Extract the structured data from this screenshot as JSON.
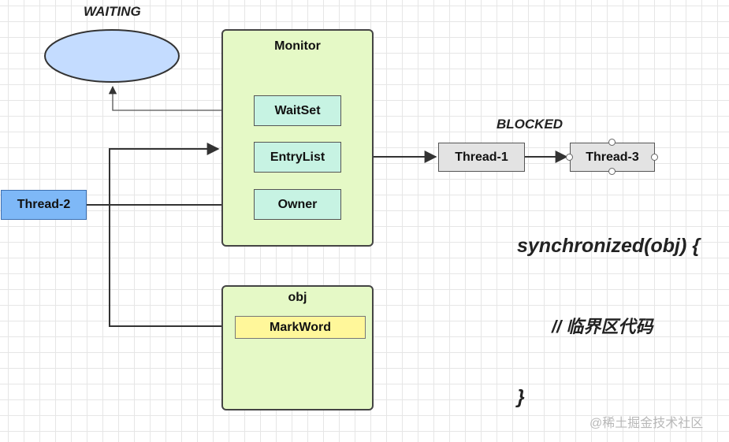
{
  "labels": {
    "waiting": "WAITING",
    "blocked": "BLOCKED"
  },
  "monitor": {
    "title": "Monitor",
    "wait_set": "WaitSet",
    "entry_list": "EntryList",
    "owner": "Owner"
  },
  "obj": {
    "title": "obj",
    "mark_word": "MarkWord"
  },
  "threads": {
    "thread_1": "Thread-1",
    "thread_2": "Thread-2",
    "thread_3": "Thread-3"
  },
  "code": {
    "line1": "synchronized(obj) {",
    "line2": "// 临界区代码",
    "line3": "}"
  },
  "watermark": "@稀土掘金技术社区",
  "colors": {
    "container_fill": "#e5f9c6",
    "inner_box_fill": "#c7f3e3",
    "thread_blocked_fill": "#e3e3e3",
    "owner_thread_fill": "#7eb8f7",
    "waiting_ellipse_fill": "#c4dcff",
    "markword_fill": "#fff79a"
  }
}
